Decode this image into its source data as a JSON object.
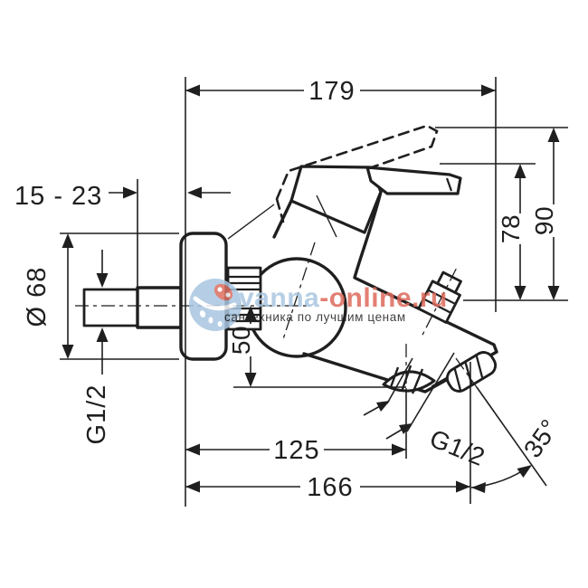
{
  "page": {
    "background": "#ffffff"
  },
  "drawing": {
    "type": "technical-dimension-drawing",
    "subject": "single-lever bath mixer, side view",
    "line_color": "#1f1f1f",
    "dims": {
      "total_depth": "179",
      "wall_distance": "15 - 23",
      "escutcheon_diameter": "Ø 68",
      "inlet_thread": "G1/2",
      "spout_drop": "50",
      "handle_height": "78",
      "max_height": "90",
      "spout_reach": "125",
      "shower_outlet_reach": "166",
      "shower_thread": "G1/2",
      "shower_angle": "35°"
    }
  },
  "watermark": {
    "brand_primary": "vanna",
    "brand_secondary": "-online.ru",
    "tagline": "сантехника по лучшим ценам",
    "colors": {
      "primary": "#a9c6e1",
      "secondary": "#de6a5c",
      "tagline": "#b2c7da"
    }
  }
}
